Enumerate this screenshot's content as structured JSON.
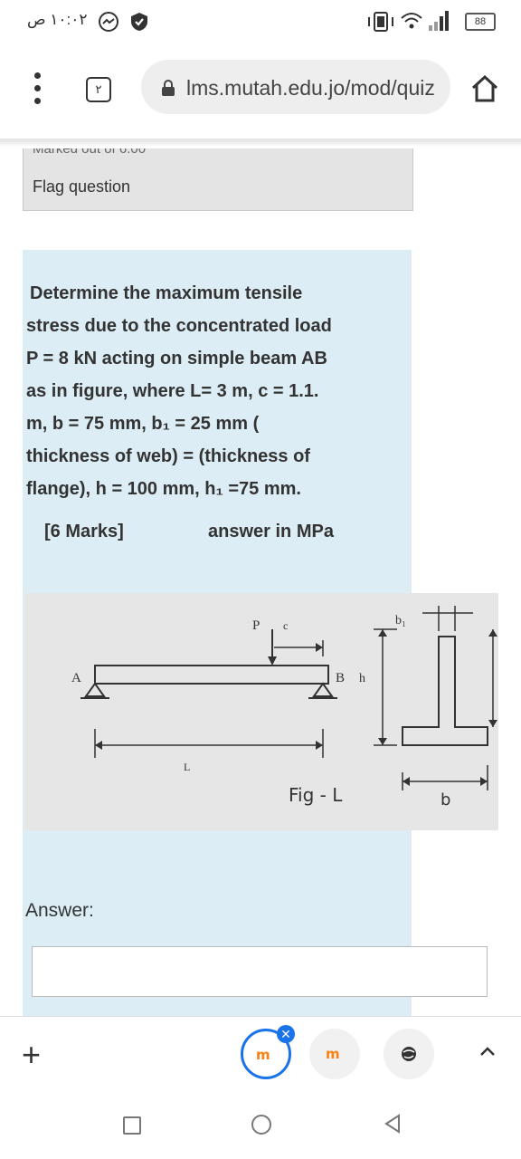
{
  "status_bar": {
    "time": "١٠:٠٢ ص",
    "battery": "88"
  },
  "browser": {
    "tab_count": "٢",
    "url": "lms.mutah.edu.jo/mod/quiz"
  },
  "question": {
    "marked_out_of": "Marked out of 6.00",
    "flag_label": "Flag question",
    "text_lines": [
      "Determine the maximum tensile",
      "stress due to the concentrated load",
      "P = 8 kN acting on simple beam AB",
      "as in figure, where L= 3 m, c = 1.1.",
      "m, b = 75 mm,  b₁ = 25 mm (",
      "thickness of web) = (thickness of",
      "flange), h = 100 mm, h₁ =75 mm."
    ],
    "marks": "[6 Marks]",
    "answer_hint": "answer in  MPa",
    "answer_label": "Answer:",
    "answer_value": ""
  },
  "figure": {
    "label_p": "P",
    "label_c": "c",
    "label_a": "A",
    "label_b_support": "B",
    "label_h": "h",
    "label_l": "L",
    "label_b1": "b₁",
    "label_b": "b",
    "caption": "Fig - L"
  },
  "icons": {
    "menu": "more-vert-icon",
    "lock": "lock-icon",
    "home": "home-icon",
    "plus": "plus-icon",
    "chevron": "chevron-up-icon"
  },
  "colors": {
    "question_bg": "#dcedf5",
    "moodle_orange": "#f98012",
    "tab_ring_blue": "#1a73e8"
  }
}
